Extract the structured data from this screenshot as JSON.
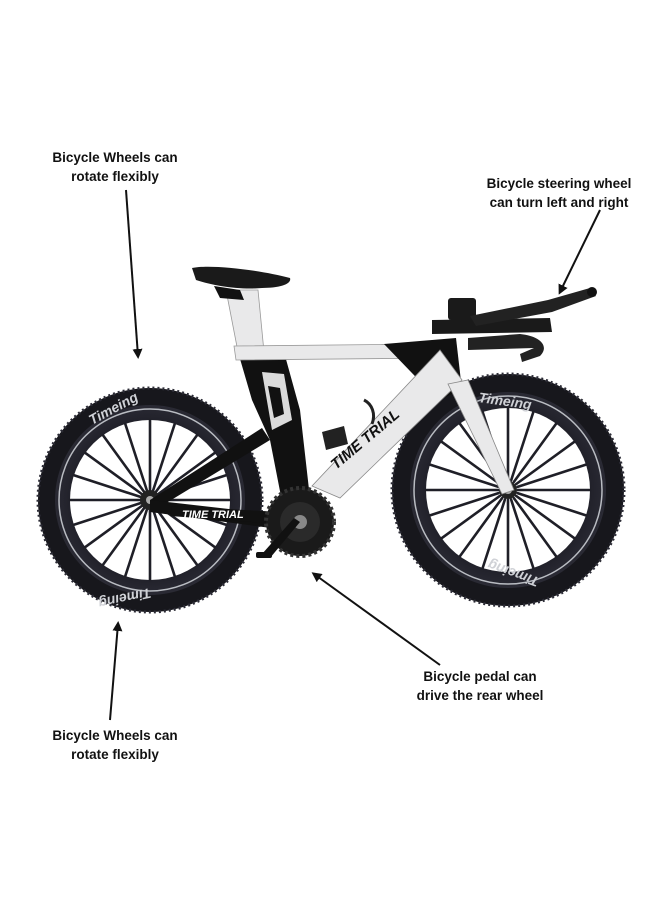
{
  "annotations": {
    "rear_wheel_top": {
      "line1": "Bicycle Wheels can",
      "line2": "rotate flexibly"
    },
    "steering": {
      "line1": "Bicycle steering wheel",
      "line2": "can turn left and right"
    },
    "rear_wheel_bottom": {
      "line1": "Bicycle Wheels can",
      "line2": "rotate flexibly"
    },
    "pedal": {
      "line1": "Bicycle pedal can",
      "line2": "drive the rear wheel"
    }
  },
  "decals": {
    "down_tube": "TIME TRIAL",
    "chainstay": "TIME TRIAL",
    "rim_brand": "Timeing"
  },
  "colors": {
    "frame_dark": "#111111",
    "frame_light": "#e9e9ea",
    "tire": "#17171c",
    "rim_silver": "#b9bcc2",
    "text": "#111111"
  }
}
